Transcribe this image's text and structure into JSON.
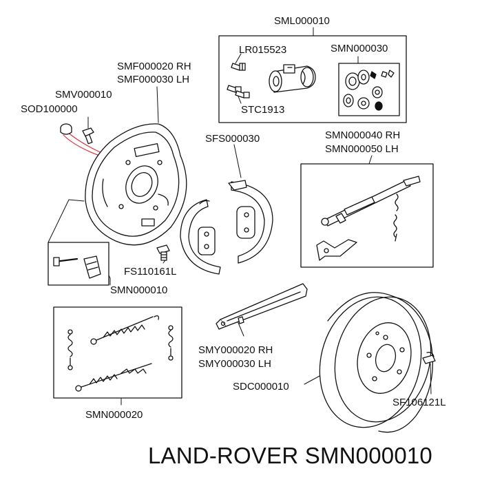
{
  "labels": {
    "sml000010": "SML000010",
    "lr015523": "LR015523",
    "smn000030": "SMN000030",
    "stc1913": "STC1913",
    "smf000020": "SMF000020 RH",
    "smf000030": "SMF000030 LH",
    "smv000010": "SMV000010",
    "sod100000": "SOD100000",
    "sfs000030": "SFS000030",
    "smn000040": "SMN000040 RH",
    "smn000050": "SMN000050 LH",
    "fs110161l": "FS110161L",
    "smn000010": "SMN000010",
    "smy000020": "SMY000020 RH",
    "smy000030": "SMY000030 LH",
    "sdc000010": "SDC000010",
    "sf106121l": "SF106121L",
    "smn000020": "SMN000020"
  },
  "footer": {
    "brand_text": "LAND-ROVER SMN000010"
  },
  "colors": {
    "line": "#111111",
    "leader_red": "#d9363e",
    "fill": "#ffffff"
  }
}
